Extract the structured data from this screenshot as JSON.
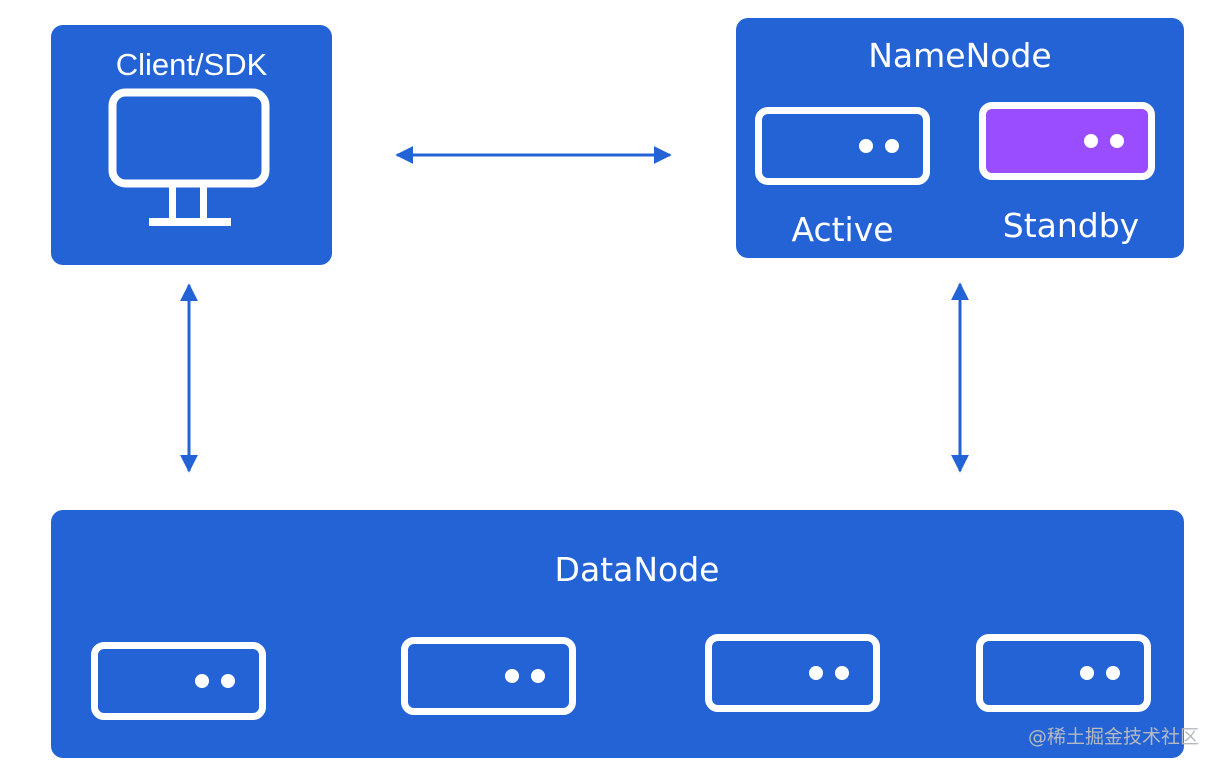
{
  "client": {
    "title": "Client/SDK",
    "icon": "monitor-icon"
  },
  "namenode": {
    "title": "NameNode",
    "active_label": "Active",
    "standby_label": "Standby",
    "standby_color": "#9a4dff"
  },
  "datanode": {
    "title": "DataNode",
    "server_count": 4
  },
  "colors": {
    "box": "#2463d6",
    "arrow": "#2463d6",
    "foreground": "#ffffff"
  },
  "watermark": "@稀土掘金技术社区"
}
